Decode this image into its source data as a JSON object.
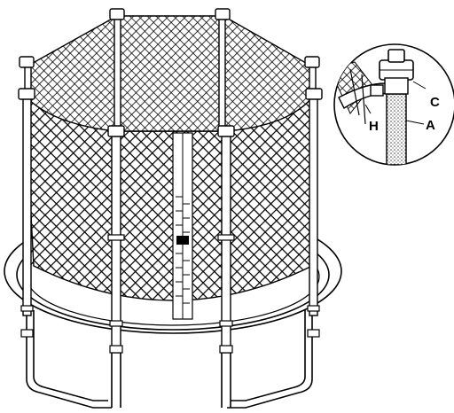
{
  "callout_labels": {
    "c": "C",
    "h": "H",
    "a": "A"
  },
  "colors": {
    "line": "#000000",
    "background": "#ffffff",
    "foam": "#5a5a5a"
  }
}
